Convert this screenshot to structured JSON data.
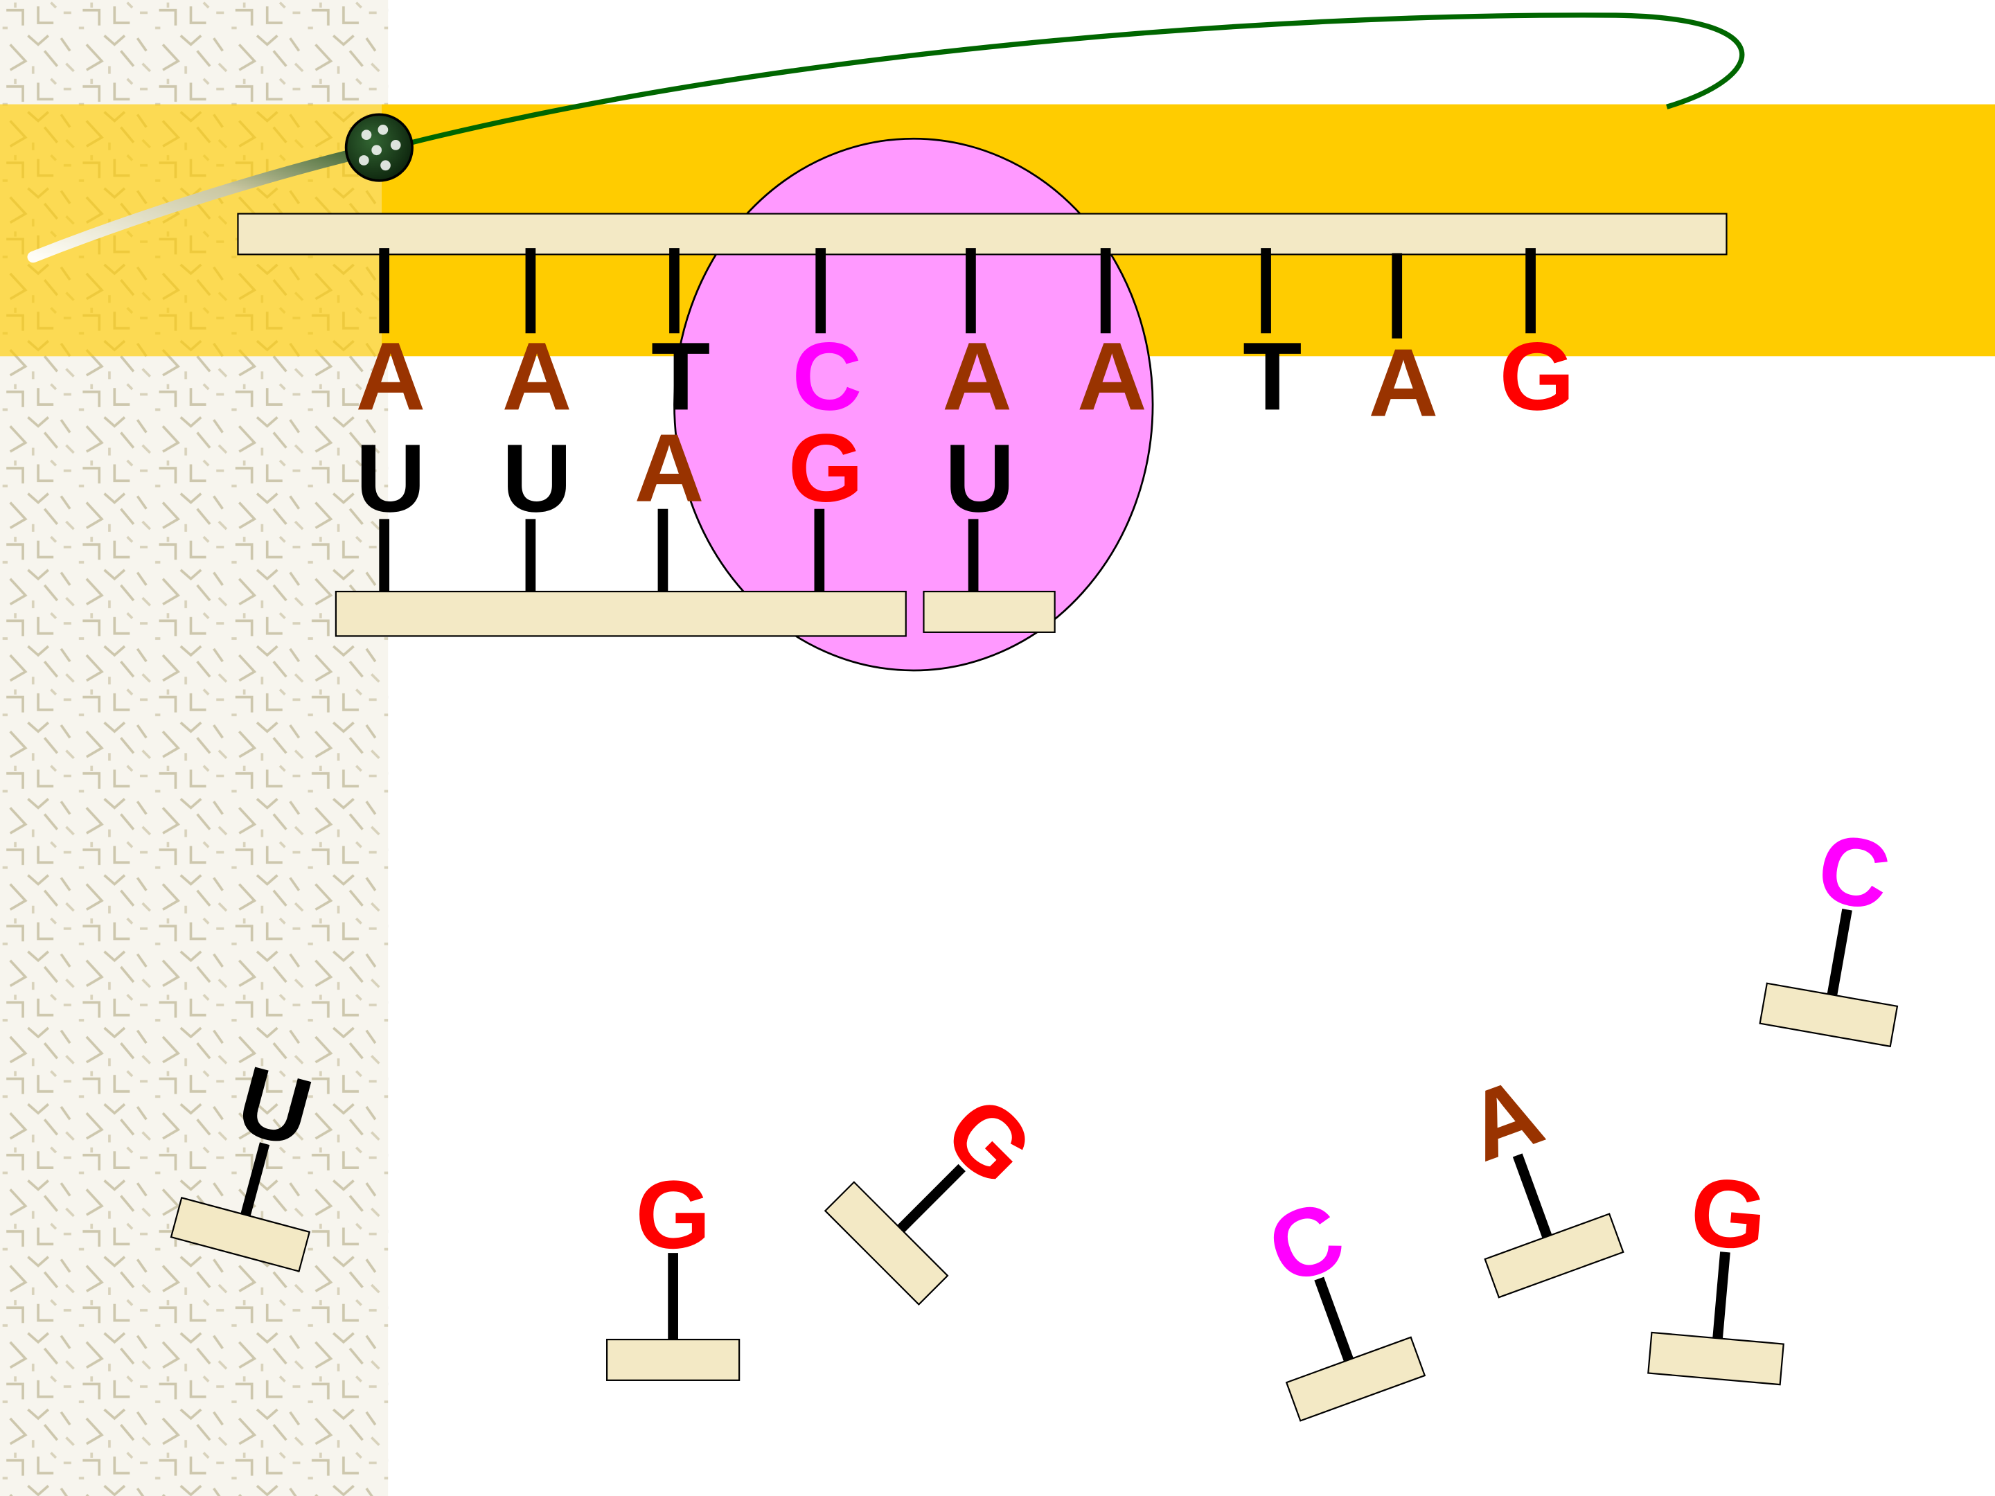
{
  "colors": {
    "A": "#993300",
    "T": "#000000",
    "U": "#000000",
    "C": "#ff00ff",
    "G": "#ff0000",
    "band": "#ffcc00",
    "ribosome": "#ff99ff",
    "backbone": "#f3e9c5",
    "polymerase": "#006600"
  },
  "dna_strand": {
    "bases": [
      "A",
      "A",
      "T",
      "C",
      "A",
      "A",
      "T",
      "A",
      "G"
    ]
  },
  "rna_strand": {
    "bases": [
      "U",
      "U",
      "A",
      "G",
      "U"
    ]
  },
  "free_nucleotides": [
    {
      "base": "U"
    },
    {
      "base": "G"
    },
    {
      "base": "G"
    },
    {
      "base": "C"
    },
    {
      "base": "A"
    },
    {
      "base": "C"
    },
    {
      "base": "G"
    }
  ]
}
